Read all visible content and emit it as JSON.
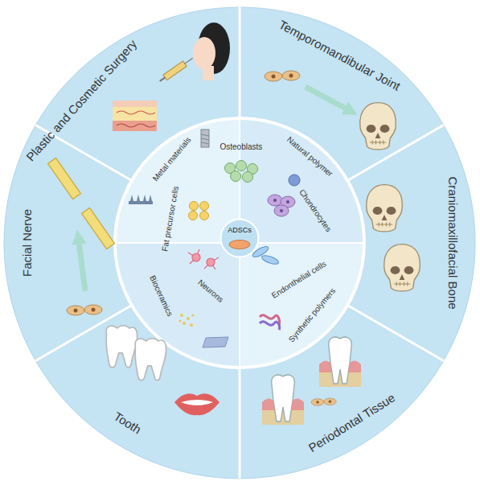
{
  "diagram": {
    "nodes": [
      {
        "text": [
          "Plastic and Cosmetic Surgery"
        ]
      },
      {
        "text": [
          "Temporomandibular Joint"
        ]
      },
      {
        "text": [
          "Craniomaxillofacial Bone"
        ]
      },
      {
        "text": [
          "Periodontal Tissue"
        ]
      },
      {
        "text": [
          "Tooth"
        ]
      },
      {
        "text": [
          "Facial Nerve"
        ]
      },
      {
        "text": [
          "ADSCs"
        ]
      }
    ],
    "labels": [
      "Metal materials",
      "Osteoblasts",
      "Natural polymer",
      "Chondrocytes",
      "Fat precursor cells",
      "Neurons",
      "Endonthelial cells",
      "Bioceramics",
      "Synthetic polymers"
    ]
  }
}
